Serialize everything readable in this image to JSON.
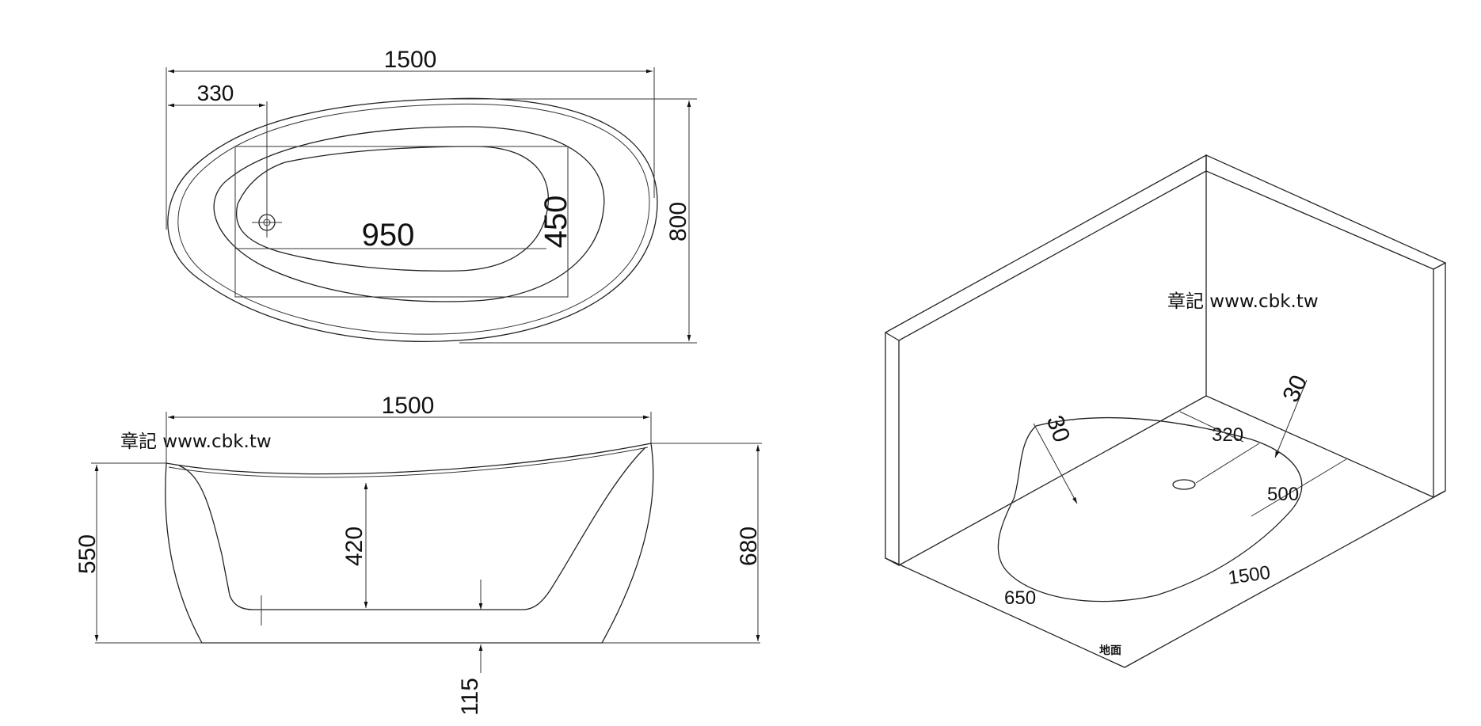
{
  "watermark": "章記 www.cbk.tw",
  "top_view": {
    "overall_length": "1500",
    "drain_offset": "330",
    "inner_length": "950",
    "inner_width": "450",
    "overall_width": "800"
  },
  "side_view": {
    "overall_length": "1500",
    "low_end_height": "550",
    "inner_depth": "420",
    "high_end_height": "680",
    "bottom_clearance": "115"
  },
  "iso_view": {
    "wall_offset_left": "30",
    "wall_offset_right": "30",
    "drain_offset": "320",
    "half_width": "500",
    "length": "1500",
    "width": "650",
    "floor_label": "地面"
  },
  "colors": {
    "line": "#222222",
    "background": "#ffffff"
  }
}
